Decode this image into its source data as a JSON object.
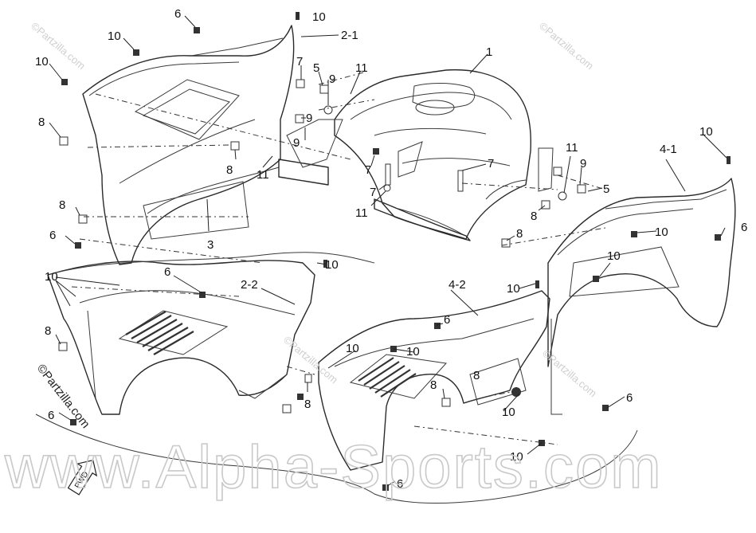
{
  "watermark": {
    "main": "www.Alpha-Sports.com",
    "small": "©Partzilla.com",
    "side": "©Partzilla.com"
  },
  "forward_marker": "FWD",
  "callouts": [
    {
      "id": "c1",
      "text": "10"
    },
    {
      "id": "c2",
      "text": "2-1"
    },
    {
      "id": "c3",
      "text": "6"
    },
    {
      "id": "c4",
      "text": "10"
    },
    {
      "id": "c5",
      "text": "10"
    },
    {
      "id": "c6",
      "text": "7"
    },
    {
      "id": "c7",
      "text": "5"
    },
    {
      "id": "c8",
      "text": "11"
    },
    {
      "id": "c9",
      "text": "9"
    },
    {
      "id": "c10",
      "text": "1"
    },
    {
      "id": "c11",
      "text": "8"
    },
    {
      "id": "c12",
      "text": "8"
    },
    {
      "id": "c13",
      "text": "9"
    },
    {
      "id": "c14",
      "text": "11"
    },
    {
      "id": "c15",
      "text": "9"
    },
    {
      "id": "c16",
      "text": "7"
    },
    {
      "id": "c17",
      "text": "7"
    },
    {
      "id": "c18",
      "text": "11"
    },
    {
      "id": "c19",
      "text": "8"
    },
    {
      "id": "c20",
      "text": "6"
    },
    {
      "id": "c21",
      "text": "3"
    },
    {
      "id": "c22",
      "text": "10"
    },
    {
      "id": "c23",
      "text": "4-1"
    },
    {
      "id": "c24",
      "text": "11"
    },
    {
      "id": "c25",
      "text": "9"
    },
    {
      "id": "c26",
      "text": "5"
    },
    {
      "id": "c27",
      "text": "8"
    },
    {
      "id": "c28",
      "text": "8"
    },
    {
      "id": "c29",
      "text": "10"
    },
    {
      "id": "c30",
      "text": "6"
    },
    {
      "id": "c31",
      "text": "10"
    },
    {
      "id": "c32",
      "text": "10"
    },
    {
      "id": "c33",
      "text": "6"
    },
    {
      "id": "c34",
      "text": "2-2"
    },
    {
      "id": "c35",
      "text": "8"
    },
    {
      "id": "c36",
      "text": "4-2"
    },
    {
      "id": "c37",
      "text": "10"
    },
    {
      "id": "c38",
      "text": "6"
    },
    {
      "id": "c39",
      "text": "10"
    },
    {
      "id": "c40",
      "text": "10"
    },
    {
      "id": "c41",
      "text": "8"
    },
    {
      "id": "c42",
      "text": "6"
    },
    {
      "id": "c43",
      "text": "8"
    },
    {
      "id": "c44",
      "text": "10"
    },
    {
      "id": "c45",
      "text": "6"
    },
    {
      "id": "c46",
      "text": "10"
    },
    {
      "id": "c47",
      "text": "6"
    }
  ]
}
